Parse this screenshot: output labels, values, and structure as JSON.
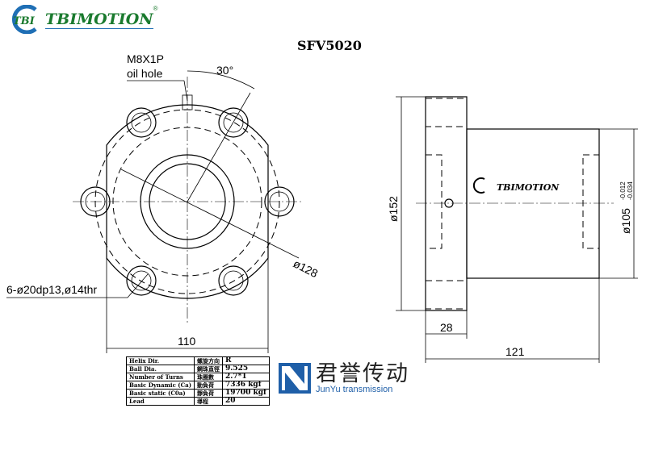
{
  "brand": {
    "logo_mark": "TBI",
    "name": "TBIMOTION",
    "registered": "®",
    "color": "#1a7a2e",
    "ring_color": "#1f6fb5"
  },
  "drawing": {
    "title": "SFV5020",
    "oil_hole_thread": "M8X1P",
    "oil_hole_label": "oil hole",
    "angle": "30°",
    "bolt_circle": "ø128",
    "holes": "6-ø20dp13,ø14thr",
    "flange_width": "110",
    "flange_dia": "ø152",
    "body_dia": "ø105",
    "body_tol_upper": "-0.012",
    "body_tol_lower": "-0.034",
    "flange_thickness": "28",
    "overall_length": "121",
    "body_logo": "TBIMOTION"
  },
  "spec_table": {
    "rows": [
      {
        "label": "Helix Dir.",
        "cn": "螺旋方向",
        "value": "R"
      },
      {
        "label": "Ball Dia.",
        "cn": "鋼珠直徑",
        "value": "9.525"
      },
      {
        "label": "Number of Turns",
        "cn": "珠圈數",
        "value": "2.7*1"
      },
      {
        "label": "Basic Dynamic (Ca)",
        "cn": "動負荷",
        "value": "7336 kgf"
      },
      {
        "label": "Basic static (C0a)",
        "cn": "靜負荷",
        "value": "19700 kgf"
      },
      {
        "label": "Lead",
        "cn": "導程",
        "value": "20"
      }
    ]
  },
  "watermark": {
    "cn": "君誉传动",
    "en": "JunYu transmission",
    "color": "#1f5fa8"
  }
}
